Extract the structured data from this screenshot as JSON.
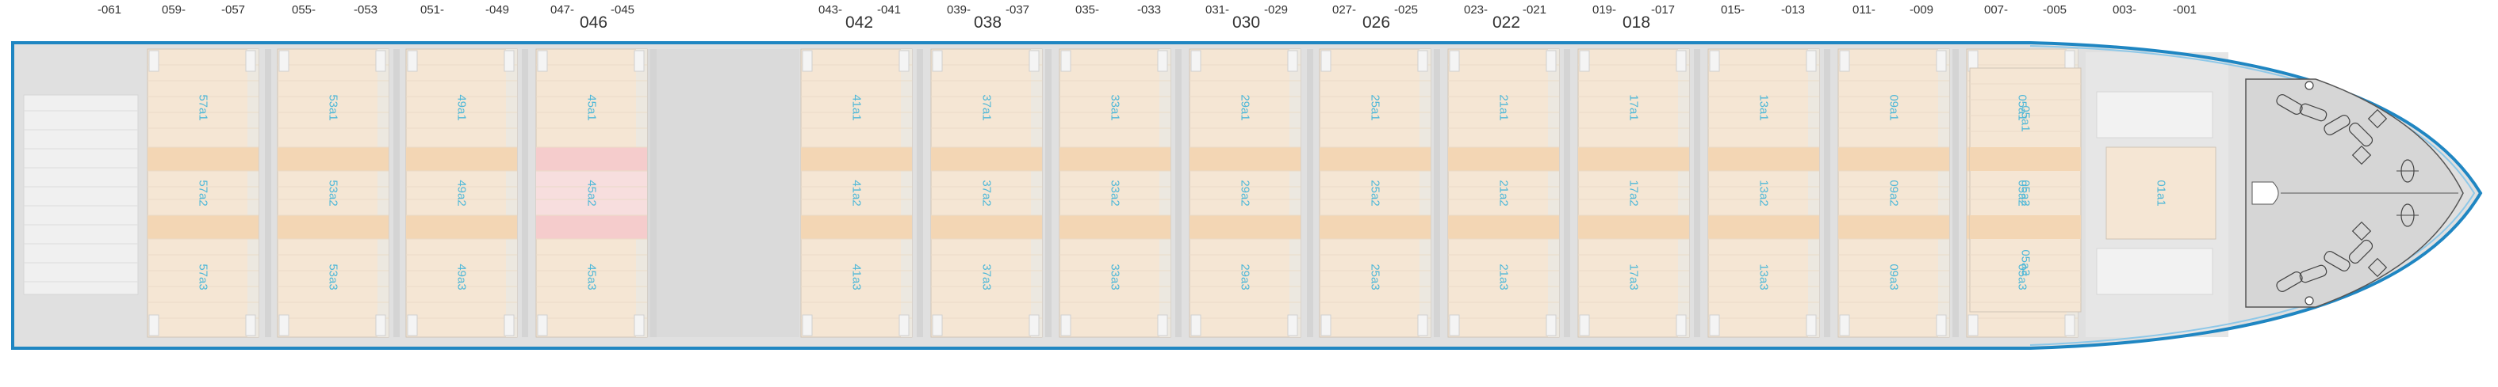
{
  "top_numbers": [
    "-061",
    "059-",
    "-057",
    "055-",
    "-053",
    "051-",
    "-049",
    "047-",
    "-045",
    "043-",
    "-041",
    "039-",
    "-037",
    "035-",
    "-033",
    "031-",
    "-029",
    "027-",
    "-025",
    "023-",
    "-021",
    "019-",
    "-017",
    "015-",
    "-013",
    "011-",
    "-009",
    "007-",
    "-005",
    "003-",
    "-001"
  ],
  "bay_labels": [
    "046",
    "042",
    "038",
    "030",
    "026",
    "022",
    "018"
  ],
  "bays": [
    {
      "labels": [
        "57a1",
        "57a2",
        "57a3"
      ]
    },
    {
      "labels": [
        "53a1",
        "53a2",
        "53a3"
      ]
    },
    {
      "labels": [
        "49a1",
        "49a2",
        "49a3"
      ]
    },
    {
      "labels": [
        "45a1",
        "45a2",
        "45a3"
      ]
    },
    {
      "labels": [
        "41a1",
        "41a2",
        "41a3"
      ]
    },
    {
      "labels": [
        "37a1",
        "37a2",
        "37a3"
      ]
    },
    {
      "labels": [
        "33a1",
        "33a2",
        "33a3"
      ]
    },
    {
      "labels": [
        "29a1",
        "29a2",
        "29a3"
      ]
    },
    {
      "labels": [
        "25a1",
        "25a2",
        "25a3"
      ]
    },
    {
      "labels": [
        "21a1",
        "21a2",
        "21a3"
      ]
    },
    {
      "labels": [
        "17a1",
        "17a2",
        "17a3"
      ]
    },
    {
      "labels": [
        "13a1",
        "13a2",
        "13a3"
      ]
    },
    {
      "labels": [
        "09a1",
        "09a2",
        "09a3"
      ]
    },
    {
      "labels": [
        "05a1",
        "05a2",
        "05a3"
      ]
    },
    {
      "labels": [
        "01a1"
      ]
    }
  ],
  "colors": {
    "hull_outline": "#1f86c2",
    "deck_fill": "#e0e0e0",
    "hatch_fill": "#f5e6d4",
    "band_fill": "#f3d6b4",
    "highlight_fill": "#f7dede",
    "label_color": "#4fb8d8"
  }
}
